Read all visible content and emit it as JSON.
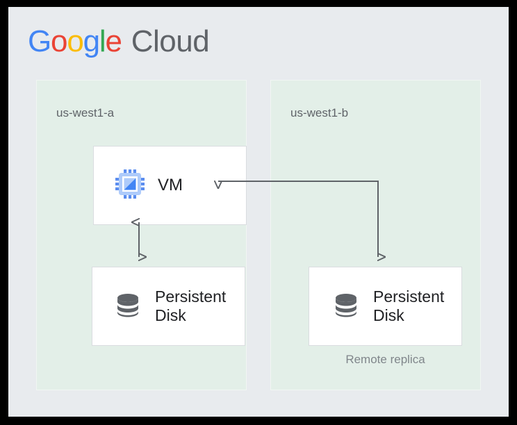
{
  "brand": {
    "logo_google_letters": [
      "G",
      "o",
      "o",
      "g",
      "l",
      "e"
    ],
    "logo_google": "Google",
    "logo_cloud": "Cloud",
    "colors": {
      "blue": "#4285f4",
      "red": "#ea4335",
      "yellow": "#fbbc05",
      "green": "#34a853",
      "gray": "#5f6368",
      "canvas_bg": "#e8ebee",
      "zone_bg": "#e3efe8",
      "box_bg": "#ffffff",
      "box_border": "#dadce0",
      "connector": "#5f6368",
      "disk_icon": "#5f6368",
      "vm_icon": "#5b8def",
      "text_primary": "#202124",
      "text_secondary": "#80868b"
    }
  },
  "zones": [
    {
      "id": "us-west1-a",
      "label": "us-west1-a",
      "components": [
        {
          "id": "vm",
          "label": "VM",
          "icon": "cpu-chip-icon"
        },
        {
          "id": "persistent-disk-primary",
          "label": "Persistent\nDisk",
          "icon": "database-disk-icon"
        }
      ]
    },
    {
      "id": "us-west1-b",
      "label": "us-west1-b",
      "components": [
        {
          "id": "persistent-disk-replica",
          "label": "Persistent\nDisk",
          "icon": "database-disk-icon",
          "caption": "Remote replica"
        }
      ]
    }
  ],
  "connectors": [
    {
      "id": "vm-to-disk",
      "from": "vm",
      "to": "persistent-disk-primary",
      "style": "double-arrow-vertical"
    },
    {
      "id": "replica-to-vm",
      "from": "persistent-disk-replica",
      "to": "vm",
      "style": "elbow-double-arrow"
    }
  ]
}
